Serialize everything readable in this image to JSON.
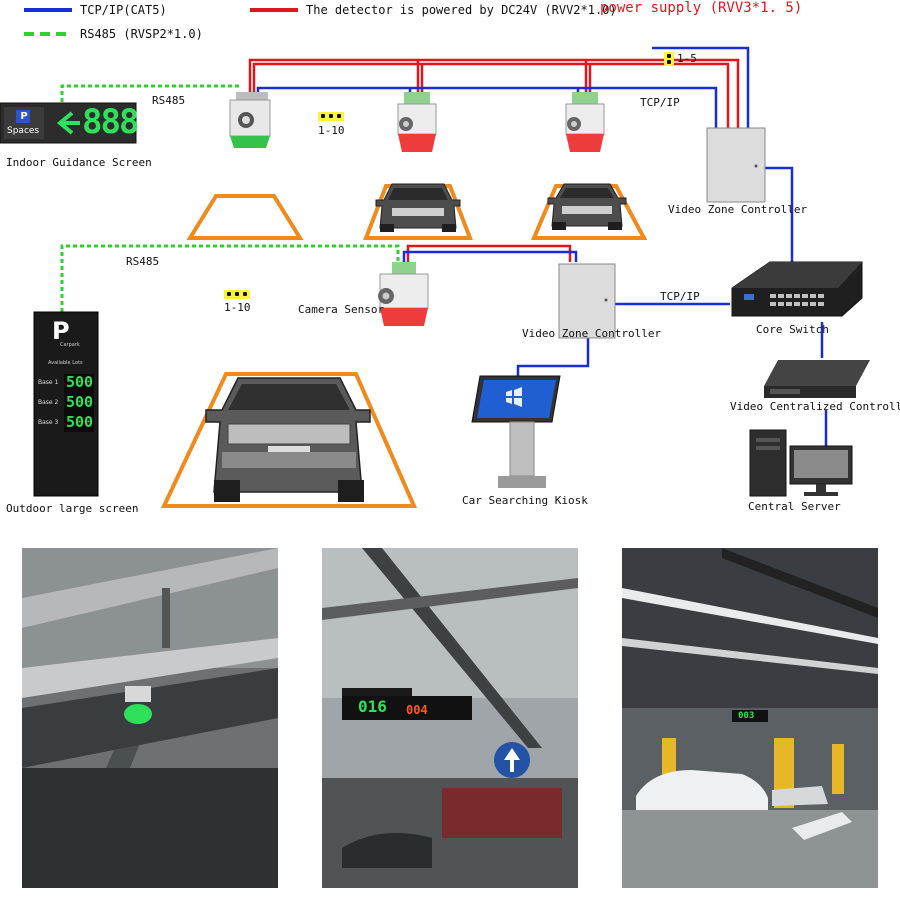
{
  "legend": {
    "tcpip": "TCP/IP(CAT5)",
    "detector_power": "The detector is powered by DC24V (RVV2*1.0)",
    "power_supply": "power supply (RVV3*1. 5)",
    "rs485": "RS485 (RVSP2*1.0)"
  },
  "links": {
    "rs485_top": "RS485",
    "rs485_mid": "RS485",
    "tcpip_top": "TCP/IP",
    "tcpip_mid": "TCP/IP"
  },
  "counts": {
    "top_group": "1-10",
    "mid_group": "1-10",
    "power_group": "1-5"
  },
  "devices": {
    "indoor_screen": "Indoor Guidance Screen",
    "indoor_screen_p": "P",
    "indoor_screen_spaces": "Spaces",
    "indoor_screen_digits": "888",
    "video_zone_controller_1": "Video Zone Controller",
    "video_zone_controller_2": "Video Zone Controller",
    "camera_sensor": "Camera Sensor",
    "core_switch": "Core Switch",
    "video_centralized_controller": "Video Centralized Controller",
    "central_server": "Central Server",
    "car_searching_kiosk": "Car Searching Kiosk",
    "outdoor_screen": "Outdoor large screen"
  },
  "outdoor_screen": {
    "p": "P",
    "carpark": "Carpark",
    "available": "Available Lots",
    "rows": [
      {
        "label": "Base 1",
        "value": "500"
      },
      {
        "label": "Base 2",
        "value": "500"
      },
      {
        "label": "Base 3",
        "value": "500"
      }
    ]
  },
  "photo_sign": {
    "left_digits": "016",
    "right_digits": "004",
    "far_sign": "003"
  },
  "colors": {
    "tcpip": "#1a2bd8",
    "power": "#e0161b",
    "rs485": "#2bd32b",
    "zone_frame": "#f08a1c",
    "led_green": "#2ee05a"
  }
}
